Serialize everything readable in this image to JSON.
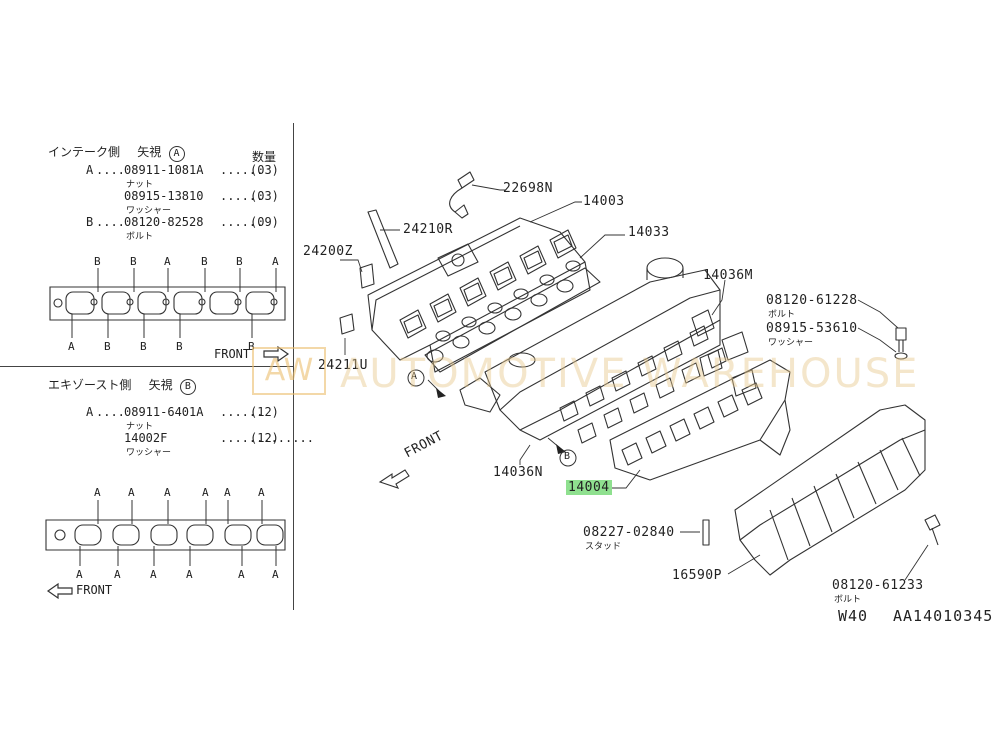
{
  "intake": {
    "header": "インテーク側",
    "view": "矢視",
    "view_letter": "A",
    "qty_header": "数量",
    "rows": [
      {
        "key": "A",
        "dots": "....",
        "part": "08911-1081A",
        "dots2": "......",
        "qty": "(03)",
        "sub": "ナット"
      },
      {
        "key": "",
        "dots": "",
        "part": "08915-13810",
        "dots2": "......",
        "qty": "(03)",
        "sub": "ワッシャー"
      },
      {
        "key": "B",
        "dots": "....",
        "part": "08120-82528",
        "dots2": "......",
        "qty": "(09)",
        "sub": "ボルト"
      }
    ],
    "top_letters": [
      "B",
      "B",
      "A",
      "B",
      "B",
      "A"
    ],
    "bottom_letters": [
      "A",
      "B",
      "B",
      "B",
      "B"
    ],
    "front_label": "FRONT"
  },
  "exhaust": {
    "header": "エキゾースト側",
    "view": "矢視",
    "view_letter": "B",
    "rows": [
      {
        "key": "A",
        "dots": "....",
        "part": "08911-6401A",
        "dots2": "......",
        "qty": "(12)",
        "sub": "ナット"
      },
      {
        "key": "",
        "dots": "",
        "part": "14002F",
        "dots2": ".............",
        "qty": "(12)",
        "sub": "ワッシャー"
      }
    ],
    "top_letters": [
      "A",
      "A",
      "A",
      "A",
      "A",
      "A"
    ],
    "bottom_letters": [
      "A",
      "A",
      "A",
      "A",
      "A",
      "A"
    ],
    "front_label": "FRONT"
  },
  "callouts": {
    "p22698N": "22698N",
    "p14003": "14003",
    "p24210R": "24210R",
    "p14033": "14033",
    "p24200Z": "24200Z",
    "p14036M": "14036M",
    "p08120_61228": "08120-61228",
    "p08120_61228_sub": "ボルト",
    "p08915_53610": "08915-53610",
    "p08915_53610_sub": "ワッシャー",
    "p24211U": "24211U",
    "p14036N": "14036N",
    "p14004": "14004",
    "p08227_02840": "08227-02840",
    "p08227_02840_sub": "スタッド",
    "p16590P": "16590P",
    "p08120_61233": "08120-61233",
    "p08120_61233_sub": "ボルト",
    "arrowA": "A",
    "arrowB": "B",
    "front_main": "FRONT"
  },
  "footer": {
    "code1": "W40",
    "code2": "AA14010345"
  },
  "watermark": {
    "box": "AW",
    "text": "AUTOMOTIVE WAREHOUSE"
  },
  "colors": {
    "line": "#333333",
    "highlight": "#8fe08f"
  }
}
